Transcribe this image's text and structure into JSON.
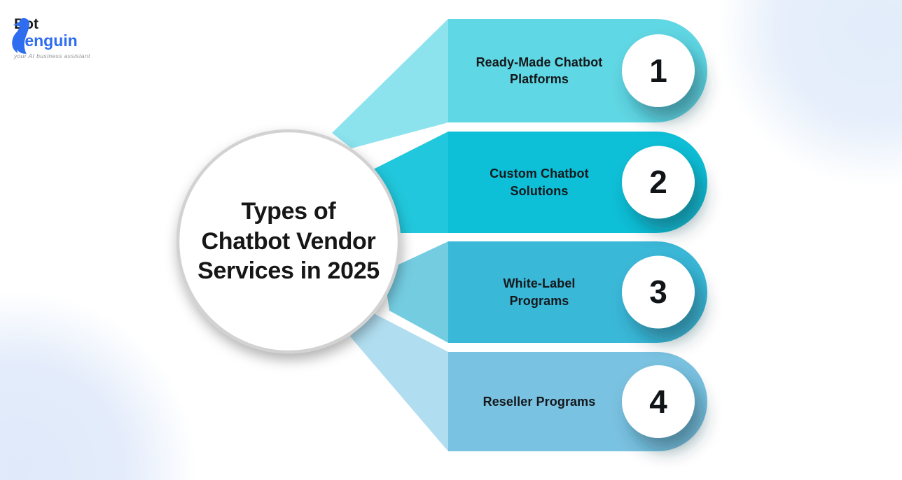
{
  "logo": {
    "name_part1": "Bot",
    "name_part2": "Penguin",
    "tagline": "your AI business assistant",
    "brand_blue": "#2e6cf0"
  },
  "center": {
    "title": "Types of Chatbot Vendor Services in 2025",
    "title_lines": [
      "Types of",
      "Chatbot Vendor",
      "Services in 2025"
    ],
    "circle_fill": "#ffffff",
    "circle_ring": "#d2d2d2"
  },
  "items": [
    {
      "number": "1",
      "label": "Ready-Made Chatbot Platforms",
      "label_lines": [
        "Ready-Made Chatbot",
        "Platforms"
      ],
      "banner_color": "#60D7E4",
      "wedge_color": "#8CE3ED"
    },
    {
      "number": "2",
      "label": "Custom Chatbot Solutions",
      "label_lines": [
        "Custom Chatbot",
        "Solutions"
      ],
      "banner_color": "#0DBFD7",
      "wedge_color": "#21C7DC"
    },
    {
      "number": "3",
      "label": "White-Label Programs",
      "label_lines": [
        "White-Label",
        "Programs"
      ],
      "banner_color": "#3AB8D8",
      "wedge_color": "#74CCE1"
    },
    {
      "number": "4",
      "label": "Reseller Programs",
      "label_lines": [
        "Reseller Programs"
      ],
      "banner_color": "#7AC2E1",
      "wedge_color": "#B0DDEF"
    }
  ]
}
